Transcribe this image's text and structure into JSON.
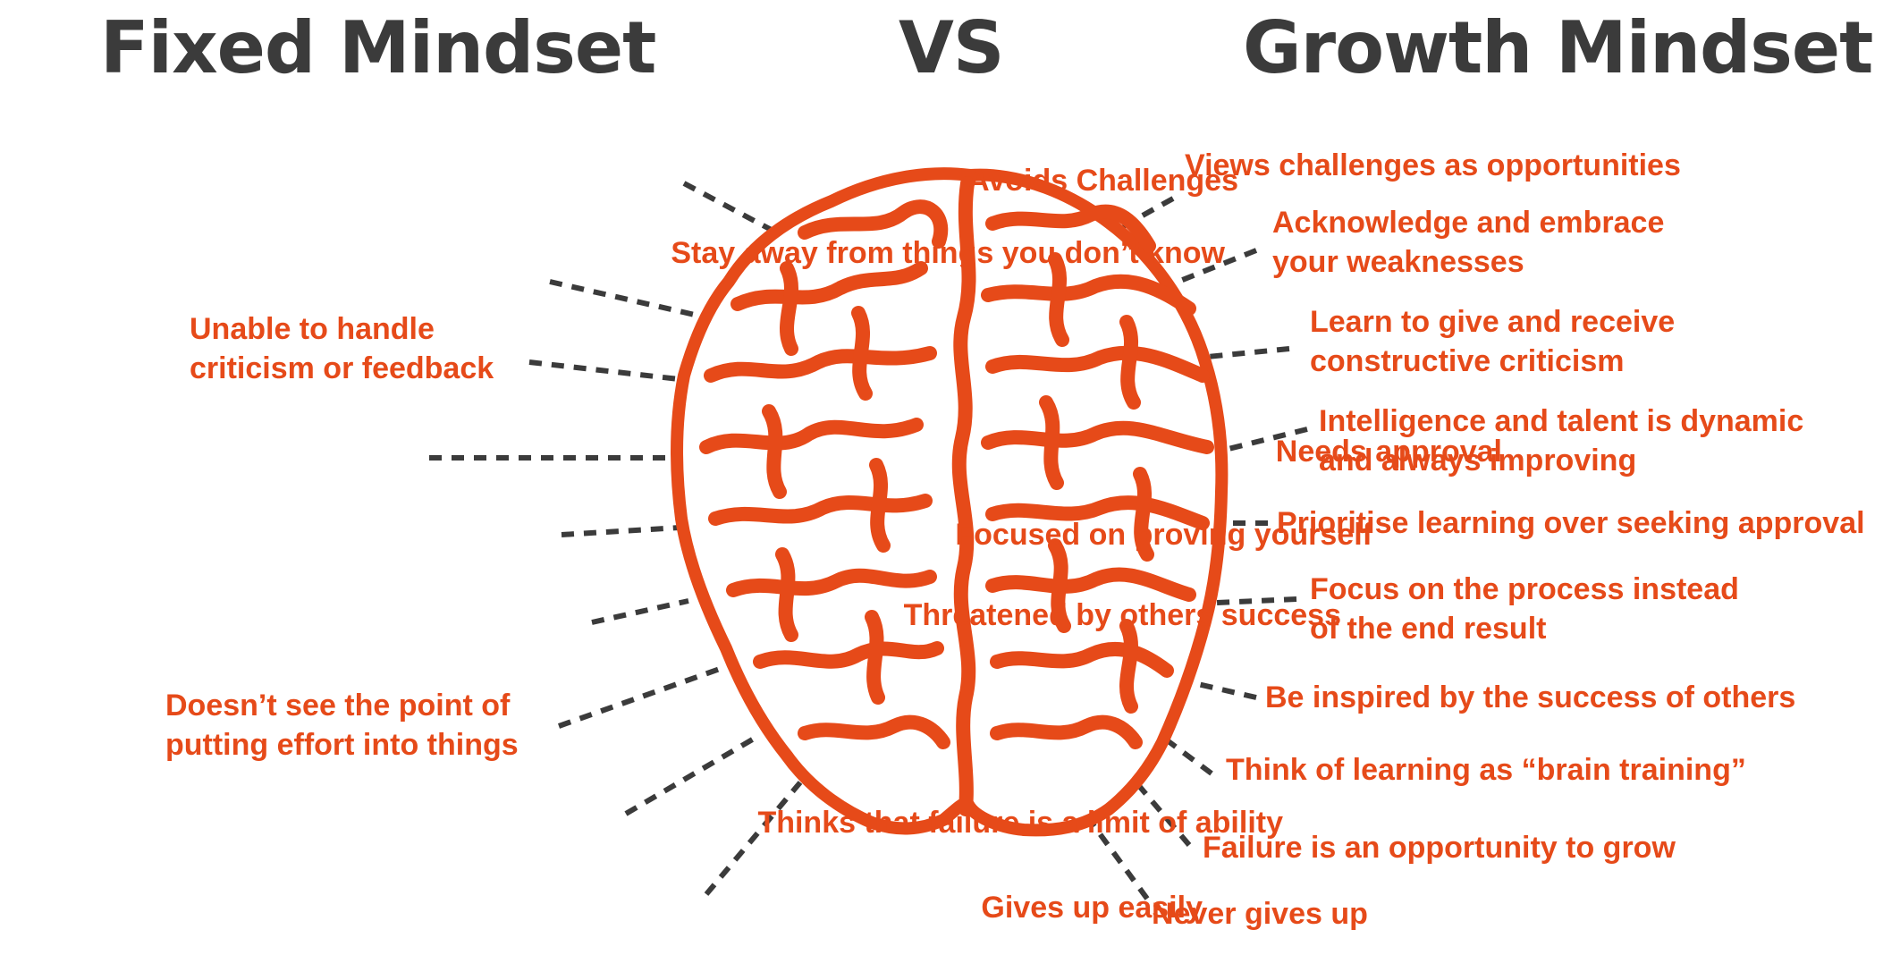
{
  "titles": {
    "fixed": "Fixed Mindset",
    "vs": "VS",
    "growth": "Growth Mindset"
  },
  "fixed_traits": [
    [
      "Avoids Challenges"
    ],
    [
      "Stay away from things you don’t know"
    ],
    [
      "Unable to handle",
      "criticism or feedback"
    ],
    [
      "Needs approval"
    ],
    [
      "Focused on proving yourself"
    ],
    [
      "Threatened by others success"
    ],
    [
      "Doesn’t see the point of",
      "putting effort into things"
    ],
    [
      "Thinks that failure is a limit of ability"
    ],
    [
      "Gives up easily"
    ]
  ],
  "growth_traits": [
    [
      "Views challenges as opportunities"
    ],
    [
      "Acknowledge and embrace",
      "your weaknesses"
    ],
    [
      "Learn to give and receive",
      "constructive criticism"
    ],
    [
      "Intelligence and talent is dynamic",
      "and always improving"
    ],
    [
      "Prioritise learning over seeking approval"
    ],
    [
      "Focus on the process instead",
      "of the end result"
    ],
    [
      "Be inspired by the success of others"
    ],
    [
      "Think of learning as “brain training”"
    ],
    [
      "Failure is an opportunity to grow"
    ],
    [
      "Never gives up"
    ]
  ],
  "colors": {
    "accent": "#e64a19",
    "title": "#3b3b3b",
    "connector": "#3b3b3b",
    "background": "#ffffff"
  },
  "illustration": "brain-icon"
}
